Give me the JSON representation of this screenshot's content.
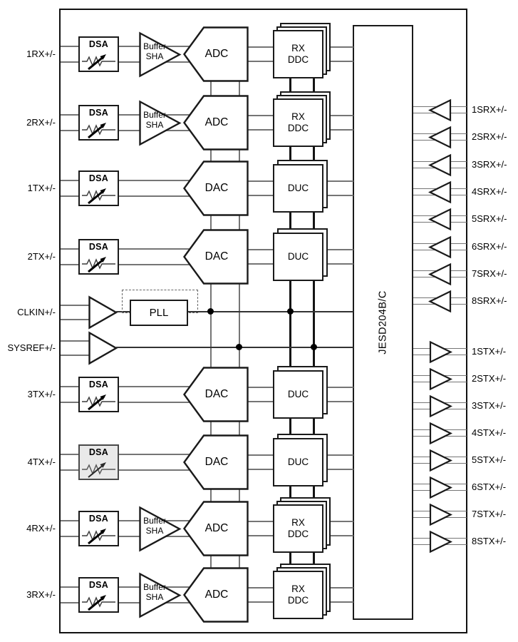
{
  "blocks": {
    "pll": "PLL",
    "jesd": "JESD204B/C",
    "dsa": "DSA",
    "buffer": [
      "Buffer",
      "SHA"
    ]
  },
  "clock": {
    "clkin": "CLKIN+/-",
    "sysref": "SYSREF+/-"
  },
  "channels": [
    {
      "id": "1rx",
      "type": "rx",
      "port": "1RX+/-",
      "converter": "ADC",
      "dsp": [
        "RX",
        "DDC"
      ],
      "highlighted": false
    },
    {
      "id": "2rx",
      "type": "rx",
      "port": "2RX+/-",
      "converter": "ADC",
      "dsp": [
        "RX",
        "DDC"
      ],
      "highlighted": false
    },
    {
      "id": "1tx",
      "type": "tx",
      "port": "1TX+/-",
      "converter": "DAC",
      "dsp": [
        "DUC"
      ],
      "highlighted": false
    },
    {
      "id": "2tx",
      "type": "tx",
      "port": "2TX+/-",
      "converter": "DAC",
      "dsp": [
        "DUC"
      ],
      "highlighted": false
    },
    {
      "id": "3tx",
      "type": "tx",
      "port": "3TX+/-",
      "converter": "DAC",
      "dsp": [
        "DUC"
      ],
      "highlighted": false
    },
    {
      "id": "4tx",
      "type": "tx",
      "port": "4TX+/-",
      "converter": "DAC",
      "dsp": [
        "DUC"
      ],
      "highlighted": true
    },
    {
      "id": "4rx",
      "type": "rx",
      "port": "4RX+/-",
      "converter": "ADC",
      "dsp": [
        "RX",
        "DDC"
      ],
      "highlighted": false
    },
    {
      "id": "3rx",
      "type": "rx",
      "port": "3RX+/-",
      "converter": "ADC",
      "dsp": [
        "RX",
        "DDC"
      ],
      "highlighted": false
    }
  ],
  "serdes": {
    "srx": [
      "1SRX+/-",
      "2SRX+/-",
      "3SRX+/-",
      "4SRX+/-",
      "5SRX+/-",
      "6SRX+/-",
      "7SRX+/-",
      "8SRX+/-"
    ],
    "stx": [
      "1STX+/-",
      "2STX+/-",
      "3STX+/-",
      "4STX+/-",
      "5STX+/-",
      "6STX+/-",
      "7STX+/-",
      "8STX+/-"
    ]
  },
  "colors": {
    "signal_line": "#757575",
    "block_border": "#1a1a1a",
    "bus_stub": "#141414",
    "highlight_fill": "#e9e9e9"
  }
}
